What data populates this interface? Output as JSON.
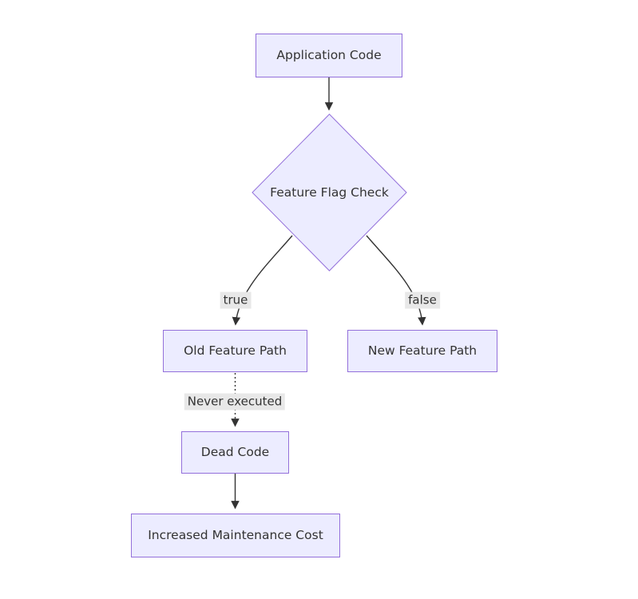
{
  "diagram": {
    "type": "flowchart",
    "direction": "top-down",
    "colors": {
      "node_fill": "#ECECFF",
      "node_border": "#9370DB",
      "edge_color": "#333333",
      "text_color": "#333333",
      "edge_label_background": "#e8e8e8",
      "canvas_background": "#ffffff"
    },
    "nodes": {
      "app_code": {
        "label": "Application Code",
        "shape": "rectangle"
      },
      "flag_check": {
        "label": "Feature Flag Check",
        "shape": "diamond"
      },
      "old_path": {
        "label": "Old Feature Path",
        "shape": "rectangle"
      },
      "new_path": {
        "label": "New Feature Path",
        "shape": "rectangle"
      },
      "dead_code": {
        "label": "Dead Code",
        "shape": "rectangle"
      },
      "maintenance": {
        "label": "Increased Maintenance Cost",
        "shape": "rectangle"
      }
    },
    "edges": [
      {
        "from": "app_code",
        "to": "flag_check",
        "style": "solid",
        "label": ""
      },
      {
        "from": "flag_check",
        "to": "old_path",
        "style": "solid",
        "label": "true"
      },
      {
        "from": "flag_check",
        "to": "new_path",
        "style": "solid",
        "label": "false"
      },
      {
        "from": "old_path",
        "to": "dead_code",
        "style": "dotted",
        "label": "Never executed"
      },
      {
        "from": "dead_code",
        "to": "maintenance",
        "style": "solid",
        "label": ""
      }
    ],
    "edge_labels": {
      "true_label": "true",
      "false_label": "false",
      "never_executed": "Never executed"
    }
  }
}
